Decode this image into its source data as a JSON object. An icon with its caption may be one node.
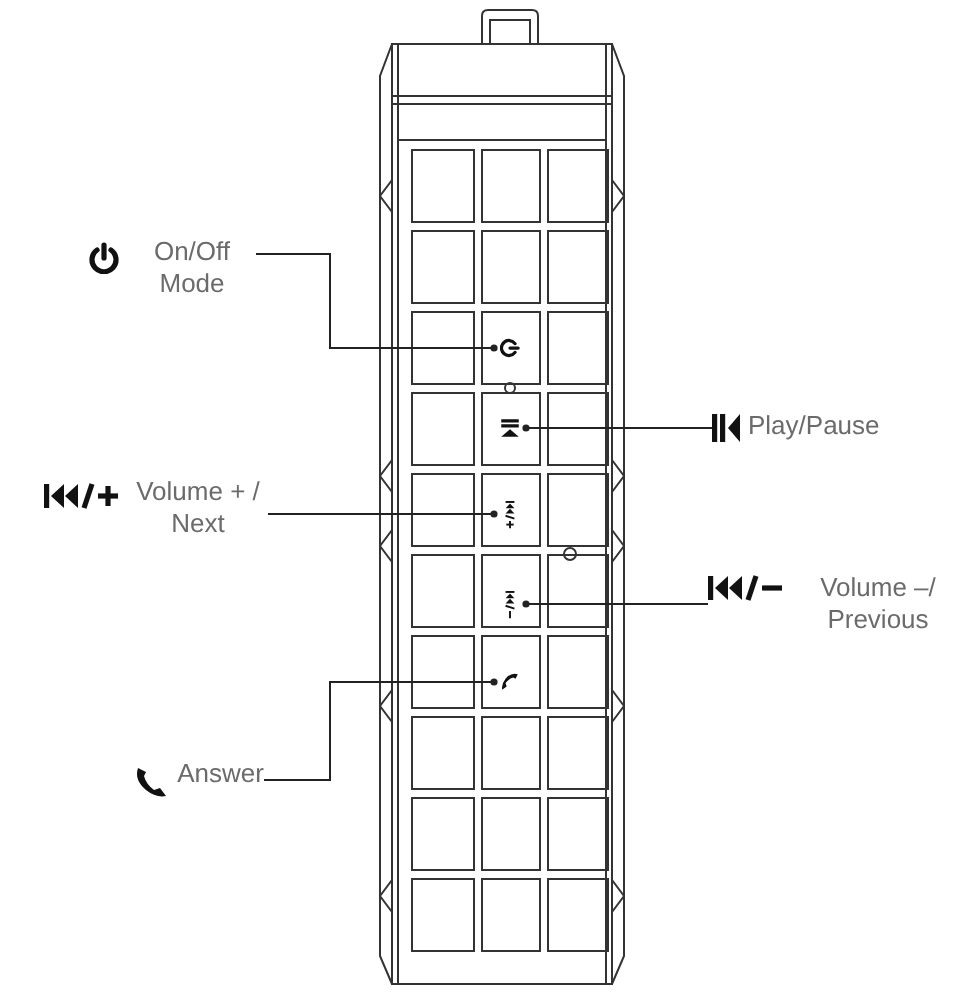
{
  "diagram": {
    "nodes": [
      {
        "text": [
          "On/Off Mode"
        ]
      },
      {
        "text": [
          "Play/Pause"
        ]
      },
      {
        "text": [
          "Volume + / Next"
        ]
      },
      {
        "text": [
          "Volume –/ Previous"
        ]
      },
      {
        "text": [
          "Answer"
        ]
      },
      {
        "text": [],
        "shape": "box"
      },
      {
        "text": [],
        "shape": "box"
      },
      {
        "text": [],
        "shape": "box"
      },
      {
        "text": [],
        "shape": "box"
      },
      {
        "text": [],
        "shape": "box"
      }
    ],
    "edges": [
      {
        "from": 0,
        "to": 5,
        "arrow": "other"
      },
      {
        "from": 1,
        "to": 6,
        "arrow": "other"
      },
      {
        "from": 2,
        "to": 7,
        "arrow": "other"
      },
      {
        "from": 3,
        "to": 8,
        "arrow": "other"
      },
      {
        "from": 4,
        "to": 9,
        "arrow": "other"
      }
    ]
  }
}
